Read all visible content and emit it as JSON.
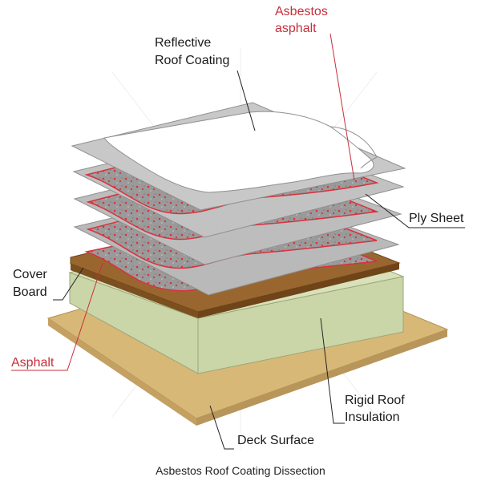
{
  "caption": "Asbestos Roof Coating Dissection",
  "labels": {
    "reflective_line1": "Reflective",
    "reflective_line2": "Roof Coating",
    "asbestos_line1": "Asbestos",
    "asbestos_line2": "asphalt",
    "ply_sheet": "Ply Sheet",
    "cover_line1": "Cover",
    "cover_line2": "Board",
    "asphalt": "Asphalt",
    "rigid_line1": "Rigid Roof",
    "rigid_line2": "Insulation",
    "deck_surface": "Deck Surface"
  },
  "colors": {
    "deck": "#d8b877",
    "insulation": "#cbd6a8",
    "cover_board": "#8b5a25",
    "ply_sheet": "#b9b9b9",
    "asphalt": "#9a9a9a",
    "asbestos_red": "#d8323c",
    "coating": "#ffffff",
    "label_red": "#c62f3a"
  }
}
